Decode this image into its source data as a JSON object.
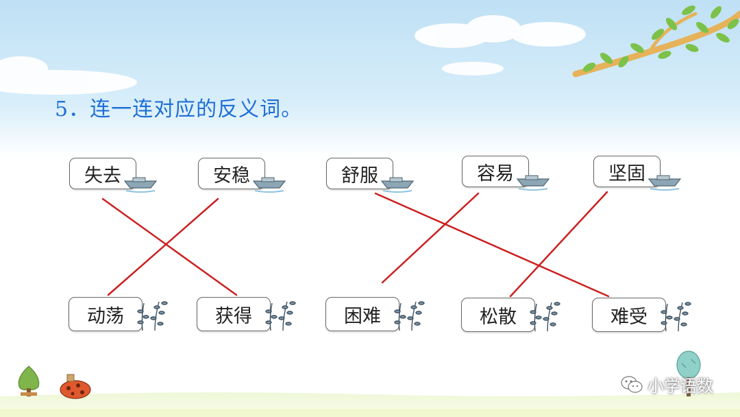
{
  "title": "5．连一连对应的反义词。",
  "top_words": [
    "失去",
    "安稳",
    "舒服",
    "容易",
    "坚固"
  ],
  "bottom_words": [
    "动荡",
    "获得",
    "困难",
    "松散",
    "难受"
  ],
  "colors": {
    "title": "#1f6fd6",
    "line": "#cc1f1f",
    "sky": "#cfe8f7"
  },
  "watermark": "小学语数",
  "icons": {
    "top_card": "boat-icon",
    "bottom_card": "grass-icon",
    "corner": "tree-branch-icon",
    "watermark": "wechat-icon"
  }
}
